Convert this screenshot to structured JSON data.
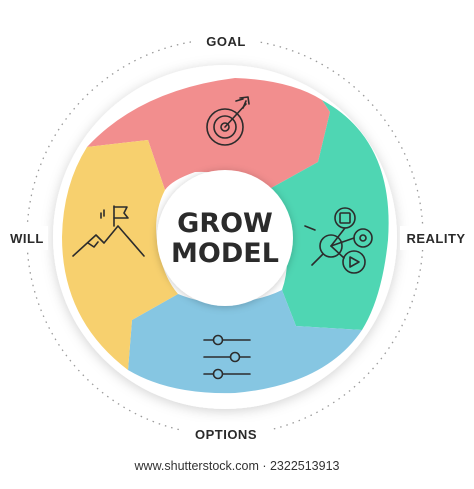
{
  "diagram": {
    "center_line1": "GROW",
    "center_line2": "MODEL",
    "labels": {
      "goal": "GOAL",
      "reality": "REALITY",
      "options": "OPTIONS",
      "will": "WILL"
    },
    "colors": {
      "goal": "#F28E8E",
      "reality": "#4FD6B3",
      "options": "#86C6E2",
      "will": "#F7D06E"
    },
    "icons": {
      "goal": "target-arrow-icon",
      "reality": "network-nodes-icon",
      "options": "sliders-icon",
      "will": "mountain-flag-icon"
    }
  },
  "watermark": "www.shutterstock.com · 2322513913"
}
